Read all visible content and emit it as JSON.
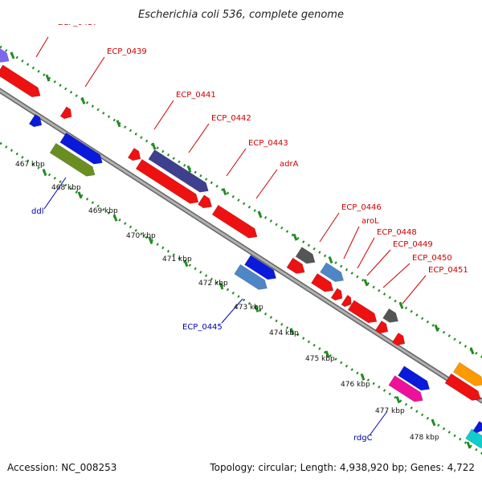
{
  "title": "Escherichia coli 536, complete genome",
  "footer": {
    "accession": "Accession: NC_008253",
    "summary": "Topology: circular; Length: 4,938,920 bp; Genes: 4,722"
  },
  "forward_gene_labels": [
    "ECP_0437",
    "ECP_0439",
    "ECP_0441",
    "ECP_0442",
    "ECP_0443",
    "adrA",
    "ECP_0446",
    "aroL",
    "ECP_0448",
    "ECP_0449",
    "ECP_0450",
    "ECP_0451"
  ],
  "reverse_gene_labels": [
    "ddl",
    "ECP_0445",
    "rdgC"
  ],
  "kbp_labels": [
    "467 kbp",
    "468 kbp",
    "469 kbp",
    "470 kbp",
    "471 kbp",
    "472 kbp",
    "473 kbp",
    "474 kbp",
    "475 kbp",
    "476 kbp",
    "477 kbp",
    "478 kbp"
  ],
  "colors": {
    "forward_label": "#cc0000",
    "reverse_label": "#0000aa",
    "backbone": "#8a8a8a",
    "ruler": "#228b22",
    "red_gene": "#ee1111",
    "blue_gene": "#0a1adb",
    "dark_blue_gene": "#3f3f8f",
    "olive_gene": "#6b8e23",
    "steel_gene": "#4f86c6",
    "gray_gene": "#555555",
    "pink_gene": "#ee1199",
    "cyan_gene": "#11cccc",
    "orange_gene": "#ff9900",
    "purple_gene": "#7b68ee"
  }
}
